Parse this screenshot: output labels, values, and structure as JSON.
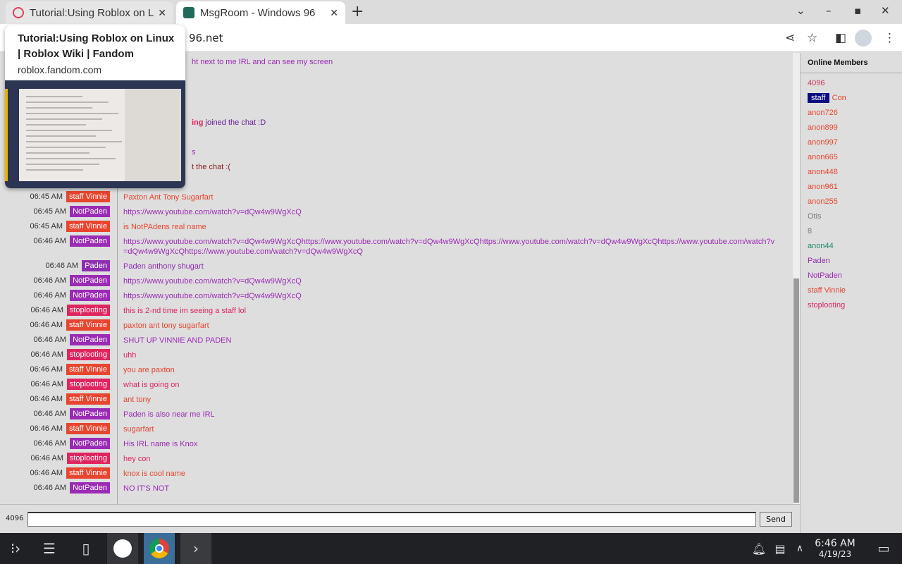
{
  "tabs": [
    {
      "title": "Tutorial:Using Roblox on Linux | Roblox Wiki | Fandom",
      "short": "Tutorial:Using Roblox on L"
    },
    {
      "title": "MsgRoom - Windows 96",
      "short": "MsgRoom - Windows 96"
    }
  ],
  "address": {
    "url_visible": "96.net"
  },
  "tooltip": {
    "title": "Tutorial:Using Roblox on Linux | Roblox Wiki | Fandom",
    "domain": "roblox.fandom.com"
  },
  "partial_lines": [
    {
      "text": "ht next to me IRL and can see my screen",
      "color": "#9b2bb5"
    },
    {
      "bold": "ing",
      "text": " joined the chat :D",
      "color": "#6a1b9a",
      "boldcolor": "#e0245e"
    },
    {
      "text": "s",
      "color": "#9b2bb5"
    },
    {
      "text": "t the chat :(",
      "color": "#8b1a1a"
    }
  ],
  "messages": [
    {
      "time": "06:45 AM",
      "user": "staff Vinnie",
      "text": "Paxton Ant Tony Sugarfart",
      "color": "#e8452f"
    },
    {
      "time": "06:45 AM",
      "user": "NotPaden",
      "text": "https://www.youtube.com/watch?v=dQw4w9WgXcQ",
      "color": "#9b2bb5"
    },
    {
      "time": "06:45 AM",
      "user": "staff Vinnie",
      "text": "is NotPAdens real name",
      "color": "#e8452f"
    },
    {
      "time": "06:46 AM",
      "user": "NotPaden",
      "text": "https://www.youtube.com/watch?v=dQw4w9WgXcQhttps://www.youtube.com/watch?v=dQw4w9WgXcQhttps://www.youtube.com/watch?v=dQw4w9WgXcQhttps://www.youtube.com/watch?v=dQw4w9WgXcQhttps://www.youtube.com/watch?v=dQw4w9WgXcQ",
      "color": "#9b2bb5",
      "tall": true
    },
    {
      "time": "06:46 AM",
      "user": "Paden",
      "text": "Paden anthony shugart",
      "color": "#8e2fb0"
    },
    {
      "time": "06:46 AM",
      "user": "NotPaden",
      "text": "https://www.youtube.com/watch?v=dQw4w9WgXcQ",
      "color": "#9b2bb5"
    },
    {
      "time": "06:46 AM",
      "user": "NotPaden",
      "text": "https://www.youtube.com/watch?v=dQw4w9WgXcQ",
      "color": "#9b2bb5"
    },
    {
      "time": "06:46 AM",
      "user": "stoplooting",
      "text": "this is 2-nd time im seeing a staff lol",
      "color": "#e0245e"
    },
    {
      "time": "06:46 AM",
      "user": "staff Vinnie",
      "text": "paxton ant tony sugarfart",
      "color": "#e8452f"
    },
    {
      "time": "06:46 AM",
      "user": "NotPaden",
      "text": "SHUT UP VINNIE AND PADEN",
      "color": "#9b2bb5"
    },
    {
      "time": "06:46 AM",
      "user": "stoplooting",
      "text": "uhh",
      "color": "#e0245e"
    },
    {
      "time": "06:46 AM",
      "user": "staff Vinnie",
      "text": "you are paxton",
      "color": "#e8452f"
    },
    {
      "time": "06:46 AM",
      "user": "stoplooting",
      "text": "what is going on",
      "color": "#e0245e"
    },
    {
      "time": "06:46 AM",
      "user": "staff Vinnie",
      "text": "ant tony",
      "color": "#e8452f"
    },
    {
      "time": "06:46 AM",
      "user": "NotPaden",
      "text": "Paden is also near me IRL",
      "color": "#9b2bb5"
    },
    {
      "time": "06:46 AM",
      "user": "staff Vinnie",
      "text": "sugarfart",
      "color": "#e8452f"
    },
    {
      "time": "06:46 AM",
      "user": "NotPaden",
      "text": "His IRL name is Knox",
      "color": "#9b2bb5"
    },
    {
      "time": "06:46 AM",
      "user": "stoplooting",
      "text": "hey con",
      "color": "#e0245e"
    },
    {
      "time": "06:46 AM",
      "user": "staff Vinnie",
      "text": "knox is cool name",
      "color": "#e8452f"
    },
    {
      "time": "06:46 AM",
      "user": "NotPaden",
      "text": "NO IT'S NOT",
      "color": "#9b2bb5"
    }
  ],
  "sidebar": {
    "title": "Online Members",
    "members": [
      {
        "name": "4096",
        "color": "#d2345a"
      },
      {
        "badge": "staff",
        "name": "Con",
        "color": "#e8452f"
      },
      {
        "name": "anon726",
        "color": "#e8452f"
      },
      {
        "name": "anon899",
        "color": "#e8452f"
      },
      {
        "name": "anon997",
        "color": "#e8452f"
      },
      {
        "name": "anon665",
        "color": "#e8452f"
      },
      {
        "name": "anon448",
        "color": "#e8452f"
      },
      {
        "name": "anon961",
        "color": "#e8452f"
      },
      {
        "name": "anon255",
        "color": "#e8452f"
      },
      {
        "name": "Otis",
        "color": "#777777"
      },
      {
        "name": "8",
        "color": "#777777"
      },
      {
        "name": "anon44",
        "color": "#1f8a6a"
      },
      {
        "name": "Paden",
        "color": "#8e2fb0"
      },
      {
        "name": "NotPaden",
        "color": "#9b2bb5"
      },
      {
        "name": "staff Vinnie",
        "color": "#e8452f"
      },
      {
        "name": "stoplooting",
        "color": "#e0245e"
      }
    ]
  },
  "input": {
    "username": "4096",
    "value": "",
    "send_label": "Send"
  },
  "taskbar": {
    "time": "6:46 AM",
    "date": "4/19/23"
  }
}
